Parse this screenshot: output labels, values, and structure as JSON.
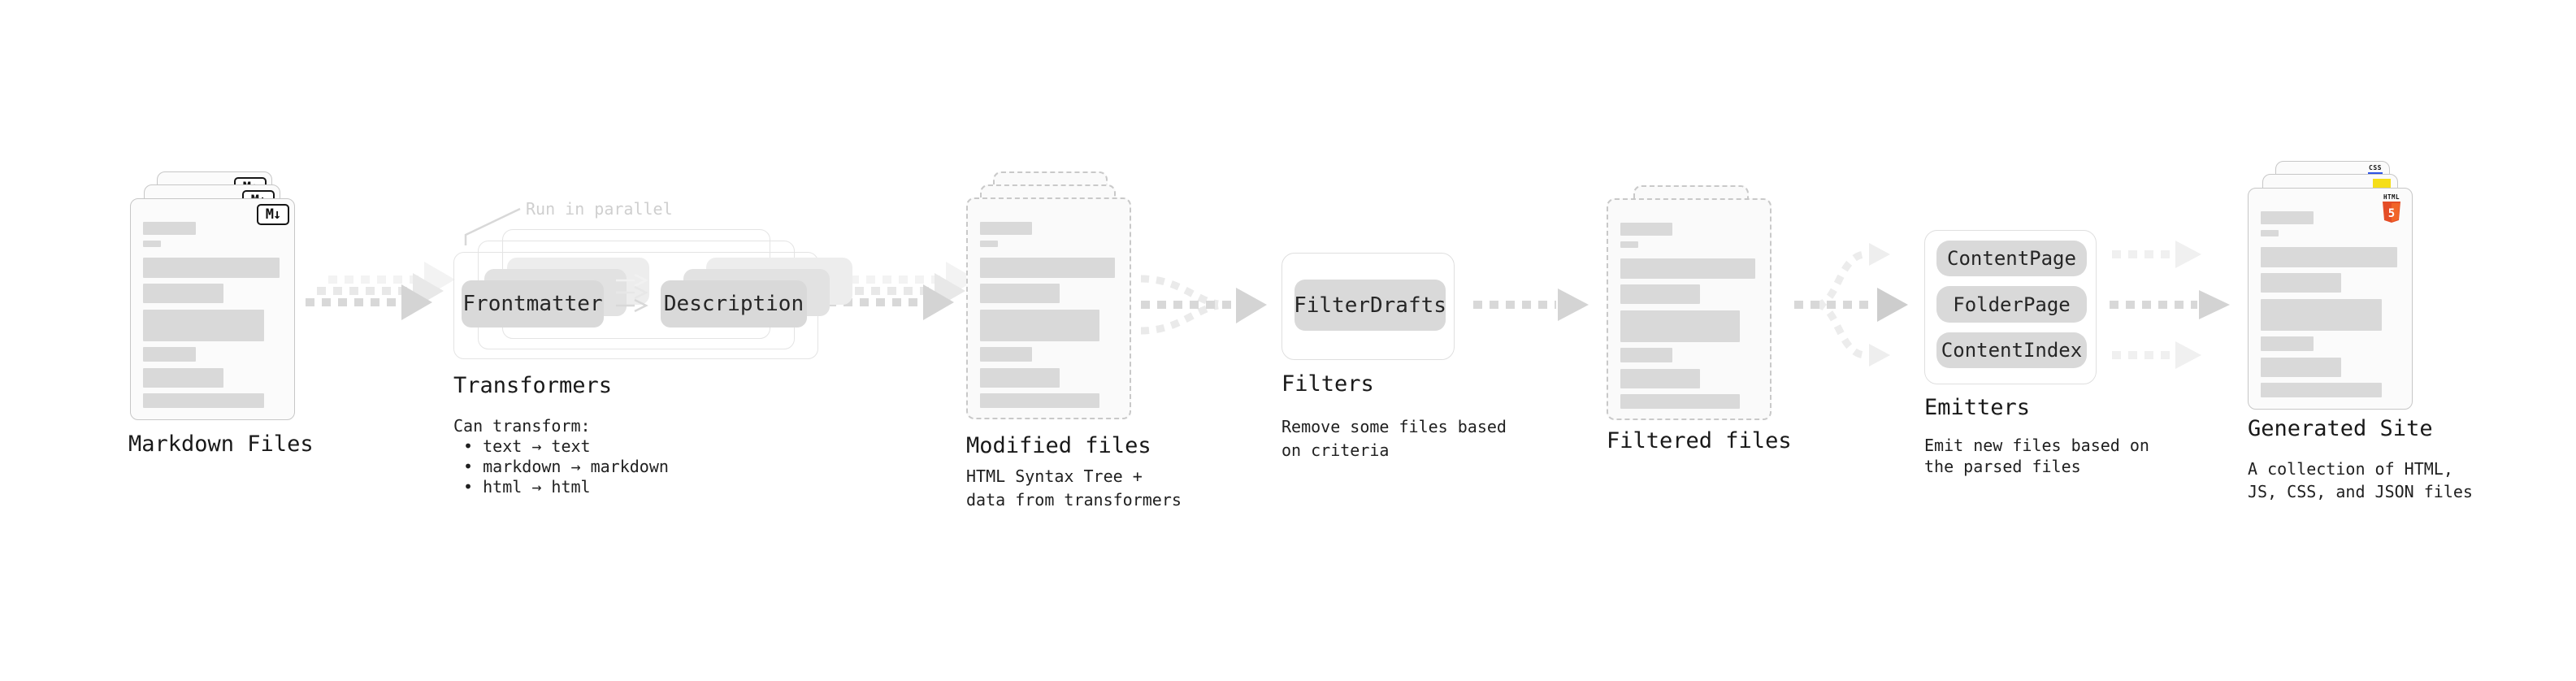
{
  "colors": {
    "bar": "#d9d9d9",
    "pill": "#d9d9d9",
    "js_yellow": "#f5de19",
    "css_blue": "#2d53e5",
    "html5_orange": "#e44d26",
    "html5_orange_light": "#f16529"
  },
  "markdown_files": {
    "label": "Markdown Files",
    "badge": "M↓"
  },
  "transformers": {
    "label": "Transformers",
    "callout": "Run in parallel",
    "pill_left": "Frontmatter",
    "pill_right": "Description",
    "note": "Can transform:\n • text → text\n • markdown → markdown\n • html → html"
  },
  "modified_files": {
    "label": "Modified files",
    "note": "HTML Syntax Tree +\ndata from transformers"
  },
  "filters": {
    "label": "Filters",
    "pill": "FilterDrafts",
    "note": "Remove some files based\non criteria"
  },
  "filtered_files": {
    "label": "Filtered files"
  },
  "emitters": {
    "label": "Emitters",
    "pills": [
      "ContentPage",
      "FolderPage",
      "ContentIndex"
    ],
    "note": "Emit new files based on\nthe parsed files"
  },
  "generated_site": {
    "label": "Generated Site",
    "note": "A collection of HTML,\nJS, CSS, and JSON files",
    "html5_badge_label": "HTML",
    "html5_badge_number": "5",
    "css_badge_label": "CSS"
  }
}
